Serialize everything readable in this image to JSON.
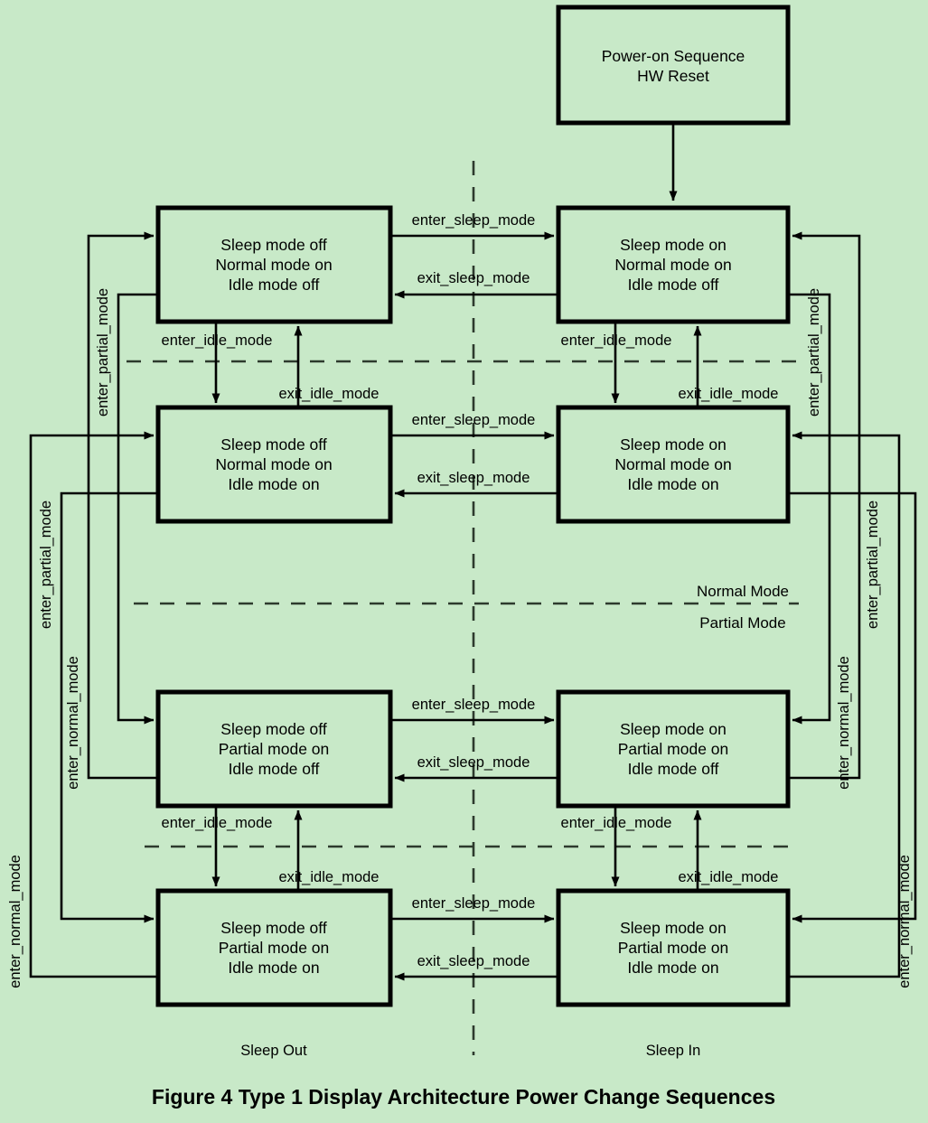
{
  "figure": {
    "caption": "Figure 4 Type 1 Display Architecture Power Change Sequences",
    "background_color": "#c8e9c8",
    "line_color": "#000000"
  },
  "start_node": {
    "line1": "Power-on Sequence",
    "line2": "HW Reset"
  },
  "states": [
    {
      "id": "s1",
      "line1": "Sleep mode off",
      "line2": "Normal mode on",
      "line3": "Idle mode off"
    },
    {
      "id": "s2",
      "line1": "Sleep mode on",
      "line2": "Normal mode on",
      "line3": "Idle mode off"
    },
    {
      "id": "s3",
      "line1": "Sleep mode off",
      "line2": "Normal mode on",
      "line3": "Idle mode on"
    },
    {
      "id": "s4",
      "line1": "Sleep mode on",
      "line2": "Normal mode on",
      "line3": "Idle mode on"
    },
    {
      "id": "s5",
      "line1": "Sleep mode off",
      "line2": "Partial mode on",
      "line3": "Idle mode off"
    },
    {
      "id": "s6",
      "line1": "Sleep mode on",
      "line2": "Partial mode on",
      "line3": "Idle mode off"
    },
    {
      "id": "s7",
      "line1": "Sleep mode off",
      "line2": "Partial mode on",
      "line3": "Idle mode on"
    },
    {
      "id": "s8",
      "line1": "Sleep mode on",
      "line2": "Partial mode on",
      "line3": "Idle mode on"
    }
  ],
  "transitions": {
    "enter_sleep_mode": "enter_sleep_mode",
    "exit_sleep_mode": "exit_sleep_mode",
    "enter_idle_mode": "enter_idle_mode",
    "exit_idle_mode": "exit_idle_mode",
    "enter_partial_mode": "enter_partial_mode",
    "enter_normal_mode": "enter_normal_mode"
  },
  "edge_labels": {
    "r1_enter_sleep": "enter_sleep_mode",
    "r1_exit_sleep": "exit_sleep_mode",
    "r2_enter_sleep": "enter_sleep_mode",
    "r2_exit_sleep": "exit_sleep_mode",
    "r3_enter_sleep": "enter_sleep_mode",
    "r3_exit_sleep": "exit_sleep_mode",
    "r4_enter_sleep": "enter_sleep_mode",
    "r4_exit_sleep": "exit_sleep_mode",
    "l_enter_idle_top": "enter_idle_mode",
    "l_exit_idle_top": "exit_idle_mode",
    "r_enter_idle_top": "enter_idle_mode",
    "r_exit_idle_top": "exit_idle_mode",
    "l_enter_idle_bot": "enter_idle_mode",
    "l_exit_idle_bot": "exit_idle_mode",
    "r_enter_idle_bot": "enter_idle_mode",
    "r_exit_idle_bot": "exit_idle_mode",
    "left_partial_1": "enter_partial_mode",
    "left_partial_2": "enter_partial_mode",
    "left_normal_1": "enter_normal_mode",
    "left_normal_2": "enter_normal_mode",
    "right_partial_1": "enter_partial_mode",
    "right_partial_2": "enter_partial_mode",
    "right_normal_1": "enter_normal_mode",
    "right_normal_2": "enter_normal_mode"
  },
  "zone_labels": {
    "normal_mode": "Normal Mode",
    "partial_mode": "Partial Mode"
  },
  "column_labels": {
    "left": "Sleep Out",
    "right": "Sleep In"
  }
}
